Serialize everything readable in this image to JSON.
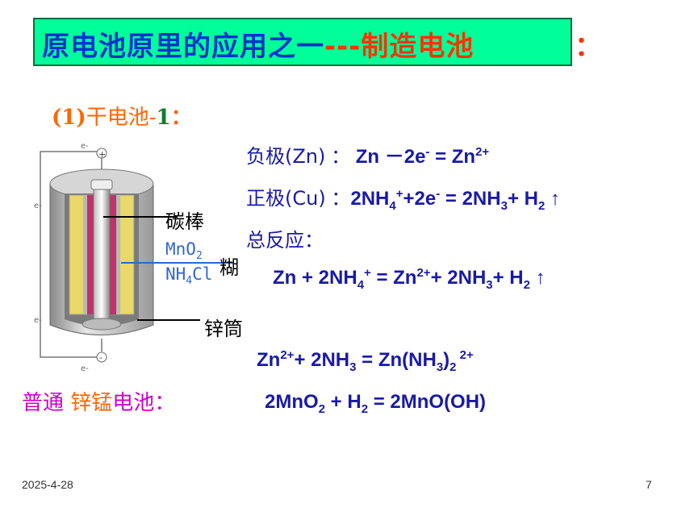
{
  "title": {
    "main": "原电池原里的应用之一",
    "accent": "---制造电池",
    "colon": "："
  },
  "subtitle": {
    "num": "(1)",
    "text": "干电池-",
    "one": "1",
    "colon": "："
  },
  "equations": {
    "negative": {
      "label": "负极(Zn)",
      "sep": "：",
      "lhs": "Zn －2e",
      "e_sup": "-",
      "eq": " = Zn",
      "ion_sup": "2+"
    },
    "positive": {
      "label": "正极(Cu)",
      "sep": "：",
      "p1": "2NH",
      "sub4": "4",
      "sup1": "+",
      "p2": "+2e",
      "sup2": "-",
      "p3": " = 2NH",
      "sub3": "3",
      "p4": "+ H",
      "sub2": "2",
      "arrow": "↑"
    },
    "overall_label": "总反应：",
    "overall": {
      "p1": "Zn + 2NH",
      "sub4": "4",
      "sup1": "+",
      "p2": " = Zn",
      "sup2": "2+",
      "p3": "+ 2NH",
      "sub3": "3",
      "p4": "+ H",
      "sub2": "2",
      "arrow": "↑"
    },
    "complex": {
      "p1": "Zn",
      "sup1": "2+",
      "p2": "+ 2NH",
      "sub3": "3",
      "p3": "  = Zn(NH",
      "sub3b": "3",
      "p4": ")",
      "sub2": "2",
      "sup2": " 2+"
    },
    "mno2": {
      "p1": "2MnO",
      "sub2a": "2",
      "p2": " + H",
      "sub2b": "2",
      "p3": " = 2MnO(OH)"
    }
  },
  "diagram": {
    "carbon_rod": "碳棒",
    "paste_1": "MnO",
    "paste_1_sub": "2",
    "paste_2": "NH",
    "paste_2_sub": "4",
    "paste_2_end": "Cl",
    "paste_label": "糊",
    "zinc_can": "锌筒",
    "electron_label": "e-",
    "plus_sign": "+",
    "minus_sign": "-"
  },
  "caption": {
    "a": "普通 ",
    "b": "锌锰",
    "c": "电池："
  },
  "footer": {
    "date": "2025-4-28",
    "page": "7"
  },
  "colors": {
    "title_bg": "#00ff99",
    "title_text": "#0033cc",
    "accent": "#ff3300",
    "equation": "#1a1aa6"
  }
}
